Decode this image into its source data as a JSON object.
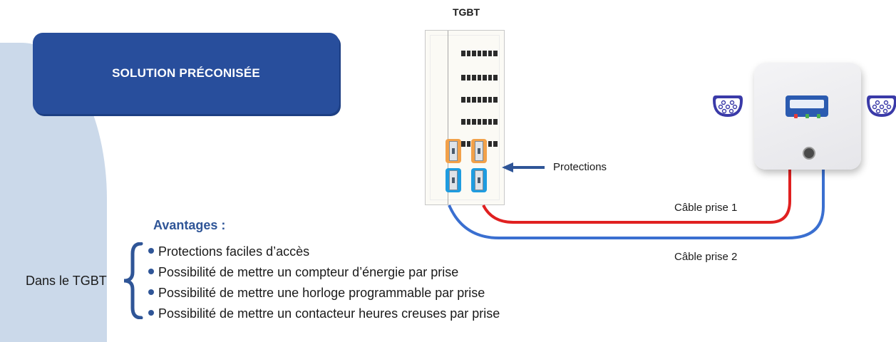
{
  "banner": {
    "title": "SOLUTION PRÉCONISÉE"
  },
  "tgbt": {
    "title": "TGBT"
  },
  "labels": {
    "protections": "Protections",
    "cable1": "Câble prise 1",
    "cable2": "Câble prise 2"
  },
  "advantages": {
    "title": "Avantages :",
    "scope": "Dans le TGBT",
    "items": [
      "Protections faciles d’accès",
      "Possibilité de mettre un compteur d’énergie par prise",
      "Possibilité de mettre une horloge programmable par prise",
      "Possibilité de mettre un contacteur heures creuses par prise"
    ]
  },
  "colors": {
    "accent": "#2f5597",
    "banner": "#284e9c",
    "cable1": "#e02020",
    "cable2": "#3a6fd0",
    "breaker_top": "#f2a14a",
    "breaker_bottom": "#1e9ce0",
    "socket_fill": "#3a3aa8"
  },
  "icons": {
    "arrow": "arrow-left-icon",
    "socket": "ev-socket-icon",
    "brace": "curly-brace-icon"
  }
}
